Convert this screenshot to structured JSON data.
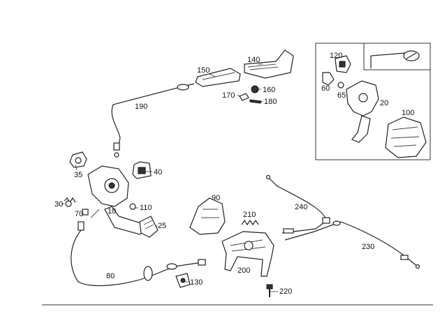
{
  "diagram": {
    "labels": [
      "10",
      "20",
      "25",
      "30",
      "35",
      "40",
      "60",
      "65",
      "70",
      "80",
      "90",
      "100",
      "110",
      "120",
      "130",
      "140",
      "150",
      "160",
      "170",
      "180",
      "190",
      "200",
      "210",
      "220",
      "230",
      "240"
    ]
  }
}
